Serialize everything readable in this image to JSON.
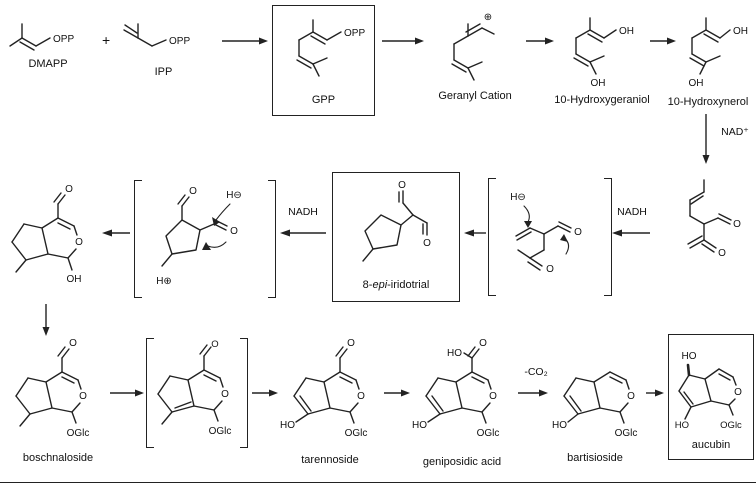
{
  "scheme": {
    "row1": {
      "dmapp": {
        "label": "DMAPP",
        "opp": "OPP"
      },
      "plus": "+",
      "ipp": {
        "label": "IPP",
        "opp": "OPP"
      },
      "gpp": {
        "label": "GPP",
        "opp": "OPP"
      },
      "geranyl_cation": {
        "label": "Geranyl Cation",
        "charge": "⊕"
      },
      "hydroxygeraniol": {
        "label": "10-Hydroxygeraniol",
        "oh_top": "OH",
        "oh_bottom": "OH"
      },
      "hydroxynerol": {
        "label": "10-Hydroxynerol",
        "oh_top": "OH",
        "oh_bottom": "OH"
      },
      "nad": "NAD⁺"
    },
    "row2": {
      "dialdehyde": {
        "o1": "O",
        "o2": "O"
      },
      "nadh_right": "NADH",
      "enolate": {
        "h_minus": "H⊖",
        "o1": "O",
        "o2": "O"
      },
      "iridotrial": {
        "prefix": "8-",
        "epi": "epi",
        "suffix": "-iridotrial",
        "o1": "O",
        "o2": "O"
      },
      "nadh_left": "NADH",
      "cyclization": {
        "h_minus": "H⊖",
        "h_plus": "H⊕",
        "o1": "O",
        "o2": "O"
      },
      "iridoid_ol": {
        "o_cho": "O",
        "o_ring": "O",
        "oh": "OH"
      }
    },
    "row3": {
      "boschnaloside": {
        "label": "boschnaloside",
        "o_cho": "O",
        "o_ring": "O",
        "oglc": "OGlc"
      },
      "intermediate": {
        "o_cho": "O",
        "o_ring": "O",
        "oglc": "OGlc"
      },
      "tarennoside": {
        "label": "tarennoside",
        "o_cho": "O",
        "o_ring": "O",
        "oglc": "OGlc",
        "ho": "HO"
      },
      "geniposidic_acid": {
        "label": "geniposidic acid",
        "ho_acid": "HO",
        "o_acid": "O",
        "o_ring": "O",
        "oglc": "OGlc",
        "ho": "HO"
      },
      "co2": "-CO₂",
      "bartisioside": {
        "label": "bartisioside",
        "o_ring": "O",
        "oglc": "OGlc",
        "ho": "HO"
      },
      "aucubin": {
        "label": "aucubin",
        "ho_top": "HO",
        "o_ring": "O",
        "oglc": "OGlc",
        "ho_bottom": "HO"
      }
    }
  }
}
